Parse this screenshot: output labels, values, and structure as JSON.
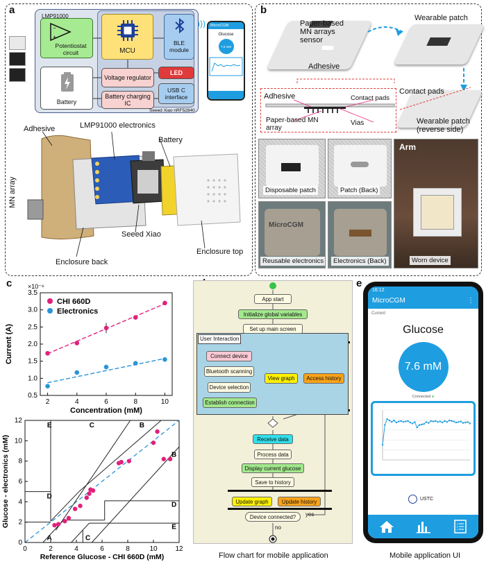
{
  "panel_labels": {
    "a": "a",
    "b": "b",
    "c": "c",
    "d": "d",
    "e": "e"
  },
  "panel_a": {
    "chip_label": "LMP91000",
    "potentiostat": "Potentiostat circuit",
    "mcu": "MCU",
    "ble": "BLE module",
    "battery_block": "Battery",
    "voltage_regulator": "Voltage regulator",
    "led": "LED",
    "charging_ic": "Battery charging IC",
    "usb": "USB C interface",
    "board_name": "Seeed Xiao nRF52840",
    "phone_app": "MicroCGM",
    "phone_glucose": "Glucose",
    "phone_value": "7.6 mM",
    "adhesive": "Adhesive",
    "lmp_electronics": "LMP91000 electronics",
    "battery": "Battery",
    "mn_array": "MN array",
    "seeed_xiao": "Seeed Xiao",
    "enclosure_back": "Enclosure back",
    "enclosure_top": "Enclosure top"
  },
  "panel_b": {
    "sensor": "Paper-based MN arrays sensor",
    "wearable_patch": "Wearable patch",
    "adhesive": "Adhesive",
    "contact_pads": "Contact pads",
    "reverse": "Wearable patch (reverse side)",
    "x_adhesive": "Adhesive",
    "x_contact_pads": "Contact pads",
    "x_paper": "Paper-based MN array",
    "x_vias": "Vias",
    "disposable": "Disposable patch",
    "patch_back": "Patch (Back)",
    "arm": "Arm",
    "reusable": "Reusable electronics",
    "electronics_back": "Electronics (Back)",
    "worn": "Worn device",
    "device_text": "MicroCGM"
  },
  "panel_c": {
    "chart_data": [
      {
        "type": "scatter",
        "ylabel": "Current (A)",
        "xlabel": "Concentration (mM)",
        "y_exponent": "×10⁻⁶",
        "xlim": [
          1.5,
          10.5
        ],
        "ylim": [
          0.5,
          3.5
        ],
        "xticks": [
          2,
          4,
          6,
          8,
          10
        ],
        "yticks": [
          0.5,
          1.0,
          1.5,
          2.0,
          2.5,
          3.0,
          3.5
        ],
        "legend_position": "top-left",
        "series": [
          {
            "name": "CHI 660D",
            "color": "#e0217b",
            "x": [
              2,
              4,
              6,
              8,
              10
            ],
            "y": [
              1.73,
              2.03,
              2.47,
              2.78,
              3.2
            ],
            "err": [
              0.04,
              0.03,
              0.15,
              0.04,
              0.04
            ],
            "fit": [
              1.72,
              3.18
            ]
          },
          {
            "name": "Electronics",
            "color": "#2a94d6",
            "x": [
              2,
              4,
              6,
              8,
              10
            ],
            "y": [
              0.77,
              1.17,
              1.33,
              1.44,
              1.55
            ],
            "err": [
              0.05,
              0.05,
              0.07,
              0.04,
              0.05
            ],
            "fit": [
              0.87,
              1.58
            ]
          }
        ]
      },
      {
        "type": "scatter",
        "subtype": "clarke-error-grid",
        "xlabel": "Reference Glucose - CHI 660D (mM)",
        "ylabel": "Glucose - electronics (mM)",
        "xlim": [
          0,
          12
        ],
        "ylim": [
          0,
          12
        ],
        "xticks": [
          0,
          2,
          4,
          6,
          8,
          10,
          12
        ],
        "yticks": [
          0,
          2,
          4,
          6,
          8,
          10,
          12
        ],
        "zones": [
          "A",
          "B",
          "C",
          "D",
          "E"
        ],
        "zone_labels": [
          {
            "t": "E",
            "x": 1.9,
            "y": 11.6
          },
          {
            "t": "C",
            "x": 5.2,
            "y": 11.6
          },
          {
            "t": "B",
            "x": 9.1,
            "y": 11.6
          },
          {
            "t": "B",
            "x": 11.6,
            "y": 8.7
          },
          {
            "t": "D",
            "x": 1.9,
            "y": 4.6
          },
          {
            "t": "D",
            "x": 11.6,
            "y": 3.8
          },
          {
            "t": "E",
            "x": 11.6,
            "y": 1.6
          },
          {
            "t": "A",
            "x": 1.9,
            "y": 0.5
          },
          {
            "t": "C",
            "x": 4.9,
            "y": 0.5
          }
        ],
        "points": {
          "color": "#e0217b",
          "x": [
            2.3,
            2.6,
            3.1,
            3.4,
            3.9,
            4.3,
            4.8,
            5.0,
            5.1,
            5.3,
            7.3,
            7.5,
            8.1,
            10.0,
            10.3,
            10.8,
            11.3
          ],
          "y": [
            1.7,
            1.8,
            2.1,
            2.4,
            3.3,
            3.6,
            4.4,
            4.8,
            5.2,
            5.1,
            7.8,
            7.9,
            8.0,
            9.8,
            10.9,
            8.2,
            8.2
          ]
        }
      }
    ]
  },
  "panel_d": {
    "app_start": "App start",
    "init_vars": "Initialize global variables",
    "setup_screen": "Set up main screen",
    "user_interaction": "User Interaction",
    "connect": "Connect device",
    "bt_scan": "Bluetooth scanning",
    "device_sel": "Device selection",
    "establish": "Establish connection",
    "view_graph": "View graph",
    "access_history": "Access history",
    "receive": "Receive data",
    "process": "Process data",
    "display": "Display current glucose",
    "save": "Save to history",
    "update_graph": "Update graph",
    "update_history": "Update history",
    "device_connected": "Device connected?",
    "yes": "yes",
    "no": "no",
    "caption": "Flow chart for mobile application"
  },
  "panel_e": {
    "status_time": "16:12",
    "app_title": "MicroCGM",
    "menu": "⋮",
    "current": "Current",
    "glucose": "Glucose",
    "value": "7.6 mM",
    "connected": "Connected",
    "institution": "USTC",
    "caption": "Mobile application UI",
    "status_color": "#39c24a",
    "accent": "#1e9ee0",
    "mini_chart": {
      "type": "line",
      "ylim": [
        0,
        10
      ],
      "y": [
        3.0,
        7.0,
        8.2,
        7.9,
        7.6,
        7.9,
        7.5,
        7.7,
        7.8,
        7.6,
        7.7,
        7.8,
        7.5,
        7.3,
        7.6,
        6.5,
        7.0,
        7.1,
        7.2,
        7.6,
        7.4,
        7.8,
        7.7,
        7.8,
        7.6,
        7.7,
        7.5,
        7.8,
        7.6,
        7.9,
        7.8,
        7.7,
        7.5,
        7.6,
        7.7,
        7.4,
        7.5,
        7.6,
        7.3
      ]
    }
  }
}
